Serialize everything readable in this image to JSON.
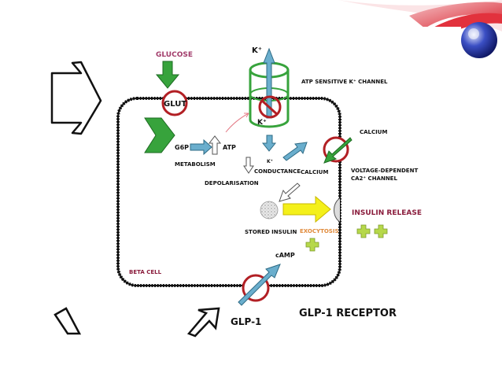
{
  "labels": {
    "glucose": "GLUCOSE",
    "glut": "GLUT",
    "k_plus_top": "K⁺",
    "atp_channel": "ATP SENSITIVE K⁺ CHANNEL",
    "k_plus_inside": "K⁺",
    "calcium_outside": "CALCIUM",
    "g6p": "G6P",
    "atp": "ATP",
    "metabolism": "METABOLISM",
    "k_plus_cond": "K⁺",
    "conductance": "CONDUCTANCE",
    "calcium_inside": "CALCIUM",
    "vdcc_line1": "VOLTAGE-DEPENDENT",
    "vdcc_line2": "CA2⁺ CHANNEL",
    "depolarisation": "DEPOLARISATION",
    "insulin_release": "INSULIN RELEASE",
    "stored_insulin": "STORED INSULIN",
    "exocytosis": "EXOCYTOSIS",
    "camp": "cAMP",
    "beta_cell": "BETA CELL",
    "glp1": "GLP-1",
    "glp1_receptor": "GLP-1 RECEPTOR"
  },
  "colors": {
    "cell_border": "#111111",
    "teal_arrow": "#6aaecd",
    "green": "#37a33c",
    "receptor_ring": "#b21f24",
    "yellow": "#f4f01a",
    "plus": "#b6d84a",
    "glucose_label": "#a23c6b",
    "exocytosis_label": "#e08a3a",
    "insulin_release_label": "#8a1c3c",
    "beta_cell_label": "#8a1c3c"
  }
}
